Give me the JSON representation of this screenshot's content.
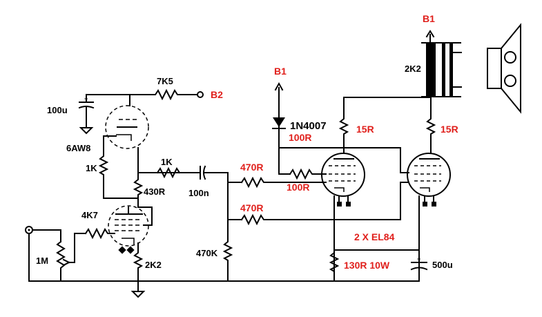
{
  "labels": {
    "b1_top": "B1",
    "b1_mid": "B1",
    "b2": "B2",
    "r_7k5": "7K5",
    "c_100u": "100u",
    "tube_6aw8": "6AW8",
    "r_1k_left": "1K",
    "r_1k_mid": "1K",
    "r_430r": "430R",
    "c_100n": "100n",
    "r_4k7": "4K7",
    "pot_1m": "1M",
    "r_2k2": "2K2",
    "r_470k": "470K",
    "r_470r_a": "470R",
    "r_470r_b": "470R",
    "diode": "1N4007",
    "r_100r_a": "100R",
    "r_100r_b": "100R",
    "r_15r_a": "15R",
    "r_15r_b": "15R",
    "xfmr": "2K2",
    "tubes_out": "2 X EL84",
    "r_130r": "130R 10W",
    "c_500u": "500u"
  },
  "colors": {
    "wire": "#000000",
    "label_red": "#e0201c",
    "background": "#ffffff"
  }
}
